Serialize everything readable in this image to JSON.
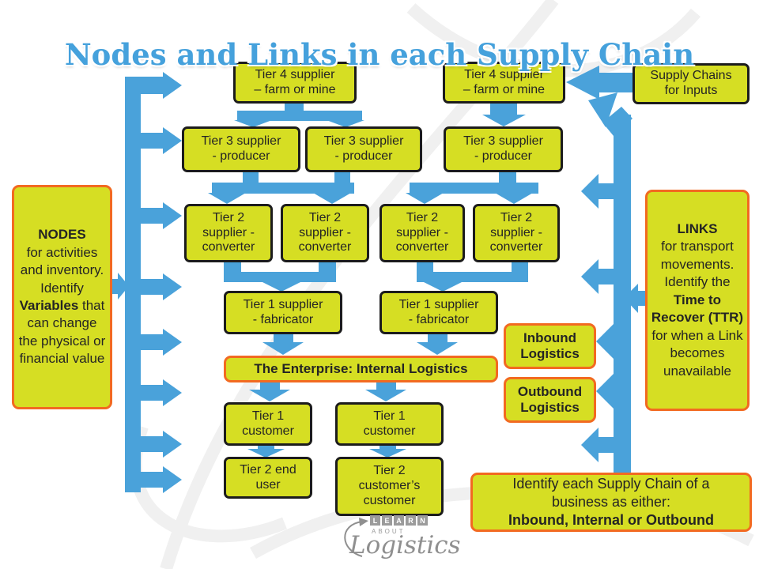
{
  "title": "Nodes and Links in each Supply Chain",
  "colors": {
    "arrow_blue": "#4aa2da",
    "box_yellow": "#d6de23",
    "orange_border": "#f26a21",
    "black_border": "#1c1c1c",
    "title_blue": "#45a1dc",
    "swirl_gray": "#f0f0f0"
  },
  "boxes": {
    "tier4_left": {
      "lines": [
        "Tier 4 supplier",
        "– farm or mine"
      ]
    },
    "tier4_right": {
      "lines": [
        "Tier 4 supplier",
        "– farm or mine"
      ]
    },
    "supply_chains_inputs": {
      "lines": [
        "Supply Chains",
        "for Inputs"
      ]
    },
    "tier3_left": {
      "lines": [
        "Tier 3 supplier",
        "- producer"
      ]
    },
    "tier3_mid": {
      "lines": [
        "Tier 3 supplier",
        "- producer"
      ]
    },
    "tier3_right": {
      "lines": [
        "Tier 3 supplier",
        "- producer"
      ]
    },
    "tier2_1": {
      "lines": [
        "Tier 2",
        "supplier -",
        "converter"
      ]
    },
    "tier2_2": {
      "lines": [
        "Tier 2",
        "supplier -",
        "converter"
      ]
    },
    "tier2_3": {
      "lines": [
        "Tier 2",
        "supplier -",
        "converter"
      ]
    },
    "tier2_4": {
      "lines": [
        "Tier 2",
        "supplier -",
        "converter"
      ]
    },
    "tier1_supplier_left": {
      "lines": [
        "Tier 1 supplier",
        "- fabricator"
      ]
    },
    "tier1_supplier_right": {
      "lines": [
        "Tier 1 supplier",
        "- fabricator"
      ]
    },
    "enterprise": {
      "label": "The Enterprise: Internal Logistics"
    },
    "inbound": {
      "lines": [
        "Inbound",
        "Logistics"
      ]
    },
    "outbound": {
      "lines": [
        "Outbound",
        "Logistics"
      ]
    },
    "tier1_customer_left": {
      "lines": [
        "Tier 1",
        "customer"
      ]
    },
    "tier1_customer_right": {
      "lines": [
        "Tier 1",
        "customer"
      ]
    },
    "tier2_end_user": {
      "lines": [
        "Tier 2 end",
        "user"
      ]
    },
    "tier2_customers_customer": {
      "lines": [
        "Tier 2",
        "customer’s",
        "customer"
      ]
    },
    "identify": {
      "lines": [
        "Identify each Supply Chain of a",
        "business as either:",
        "Inbound, Internal or Outbound"
      ]
    }
  },
  "nodes_callout": {
    "title": "NODES",
    "text1": "for activities and inventory. Identify ",
    "bold": "Variables",
    "text2": " that can change the physical or financial value"
  },
  "links_callout": {
    "title": "LINKS",
    "text1": "for transport movements. Identify the ",
    "bold": "Time to Recover (TTR)",
    "text2": " for when a Link becomes unavailable"
  },
  "logo": {
    "learn_letters": [
      "L",
      "E",
      "A",
      "R",
      "N"
    ],
    "about": "ABOUT",
    "script": "Logistics"
  }
}
